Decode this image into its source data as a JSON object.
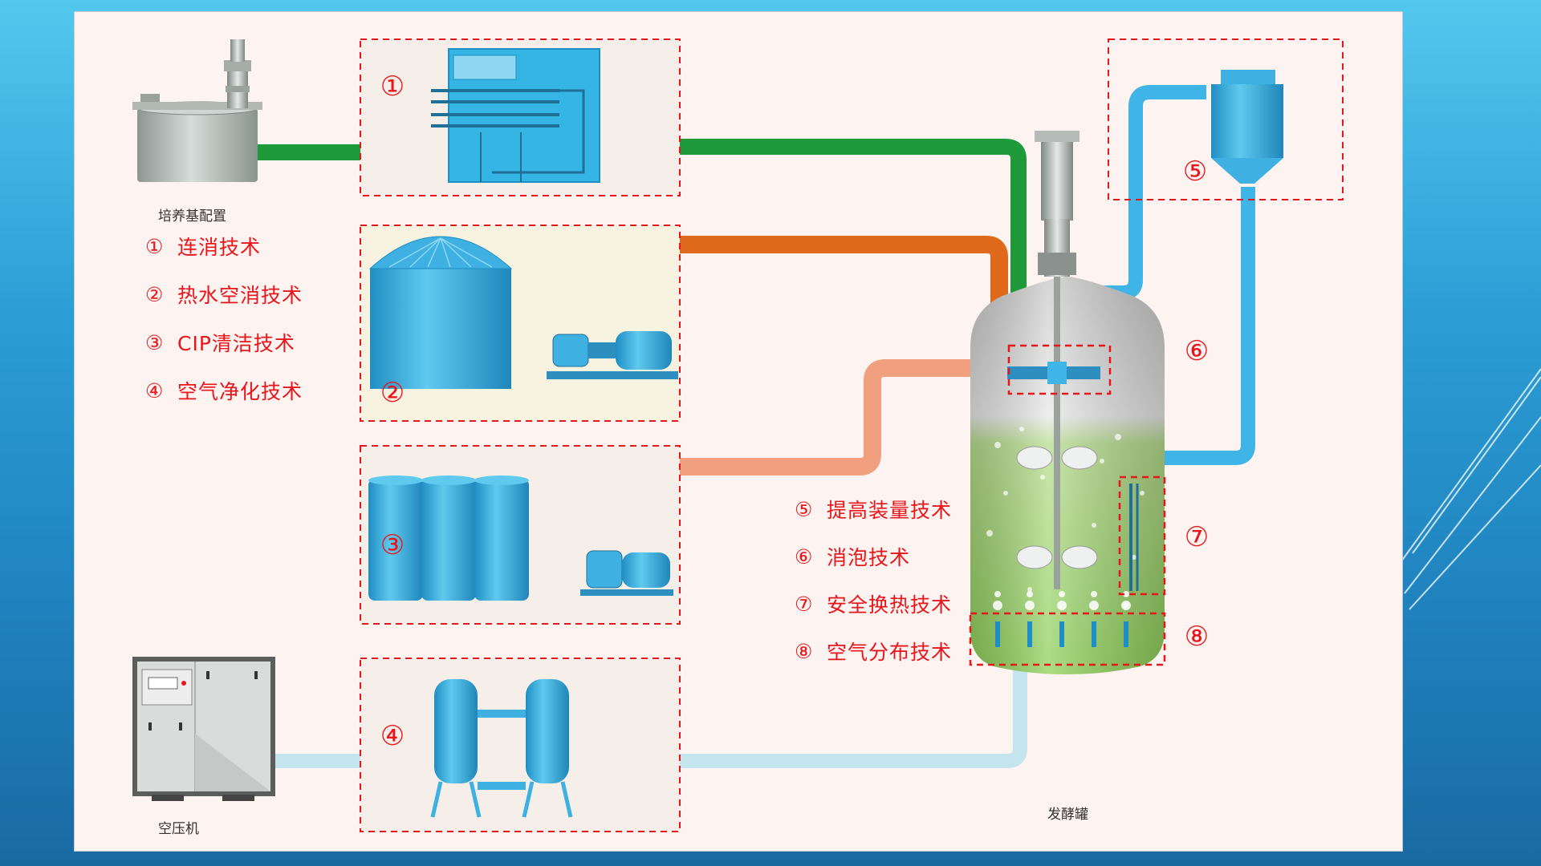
{
  "labels": {
    "medium_prep": "培养基配置",
    "air_compressor": "空压机",
    "fermenter": "发酵罐"
  },
  "legend_left": [
    {
      "num": "①",
      "text": "连消技术"
    },
    {
      "num": "②",
      "text": "热水空消技术"
    },
    {
      "num": "③",
      "text": "CIP清洁技术"
    },
    {
      "num": "④",
      "text": "空气净化技术"
    }
  ],
  "legend_right": [
    {
      "num": "⑤",
      "text": "提高装量技术"
    },
    {
      "num": "⑥",
      "text": "消泡技术"
    },
    {
      "num": "⑦",
      "text": "安全换热技术"
    },
    {
      "num": "⑧",
      "text": "空气分布技术"
    }
  ],
  "markers": {
    "m1": "①",
    "m2": "②",
    "m3": "③",
    "m4": "④",
    "m5": "⑤",
    "m6": "⑥",
    "m7": "⑦",
    "m8": "⑧"
  },
  "colors": {
    "green_pipe": "#1f9a3a",
    "orange_pipe": "#e06a1c",
    "salmon_pipe": "#f0a07e",
    "blue_pipe": "#3fb4e6",
    "air_pipe": "#c4e4ee",
    "red_dash": "#e8161b"
  }
}
